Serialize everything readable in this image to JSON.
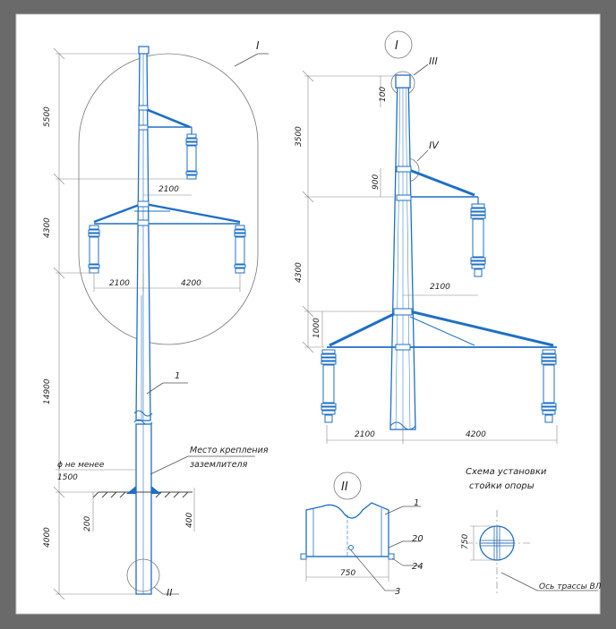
{
  "colors": {
    "paper": "#ffffff",
    "pole": "#1f6fc5",
    "line": "#444444",
    "thin": "#888888"
  },
  "callouts": {
    "view_i": "I",
    "view_ii": "II",
    "view_iii": "III",
    "view_iv": "IV",
    "ref_1": "1",
    "ref_3": "3",
    "ref_20": "20",
    "ref_24": "24"
  },
  "left_dims": {
    "d5500": "5500",
    "d4300": "4300",
    "d14900": "14900",
    "d4000": "4000",
    "d2100_top": "2100",
    "d2100_bot": "2100",
    "d4200": "4200",
    "d200": "200",
    "d400": "400",
    "d1500": "1500",
    "min_dia": "ϕ не менее"
  },
  "right_dims": {
    "d100": "100",
    "d3500": "3500",
    "d900": "900",
    "d4300": "4300",
    "d1000": "1000",
    "d2100_mid": "2100",
    "d2100_bot": "2100",
    "d4200": "4200"
  },
  "notes": {
    "ground_1": "Место крепления",
    "ground_2": "заземлителя",
    "scheme_1": "Схема установки",
    "scheme_2": "стойки опоры",
    "axis": "Ось трассы ВЛ",
    "d750_a": "750",
    "d750_b": "750"
  }
}
